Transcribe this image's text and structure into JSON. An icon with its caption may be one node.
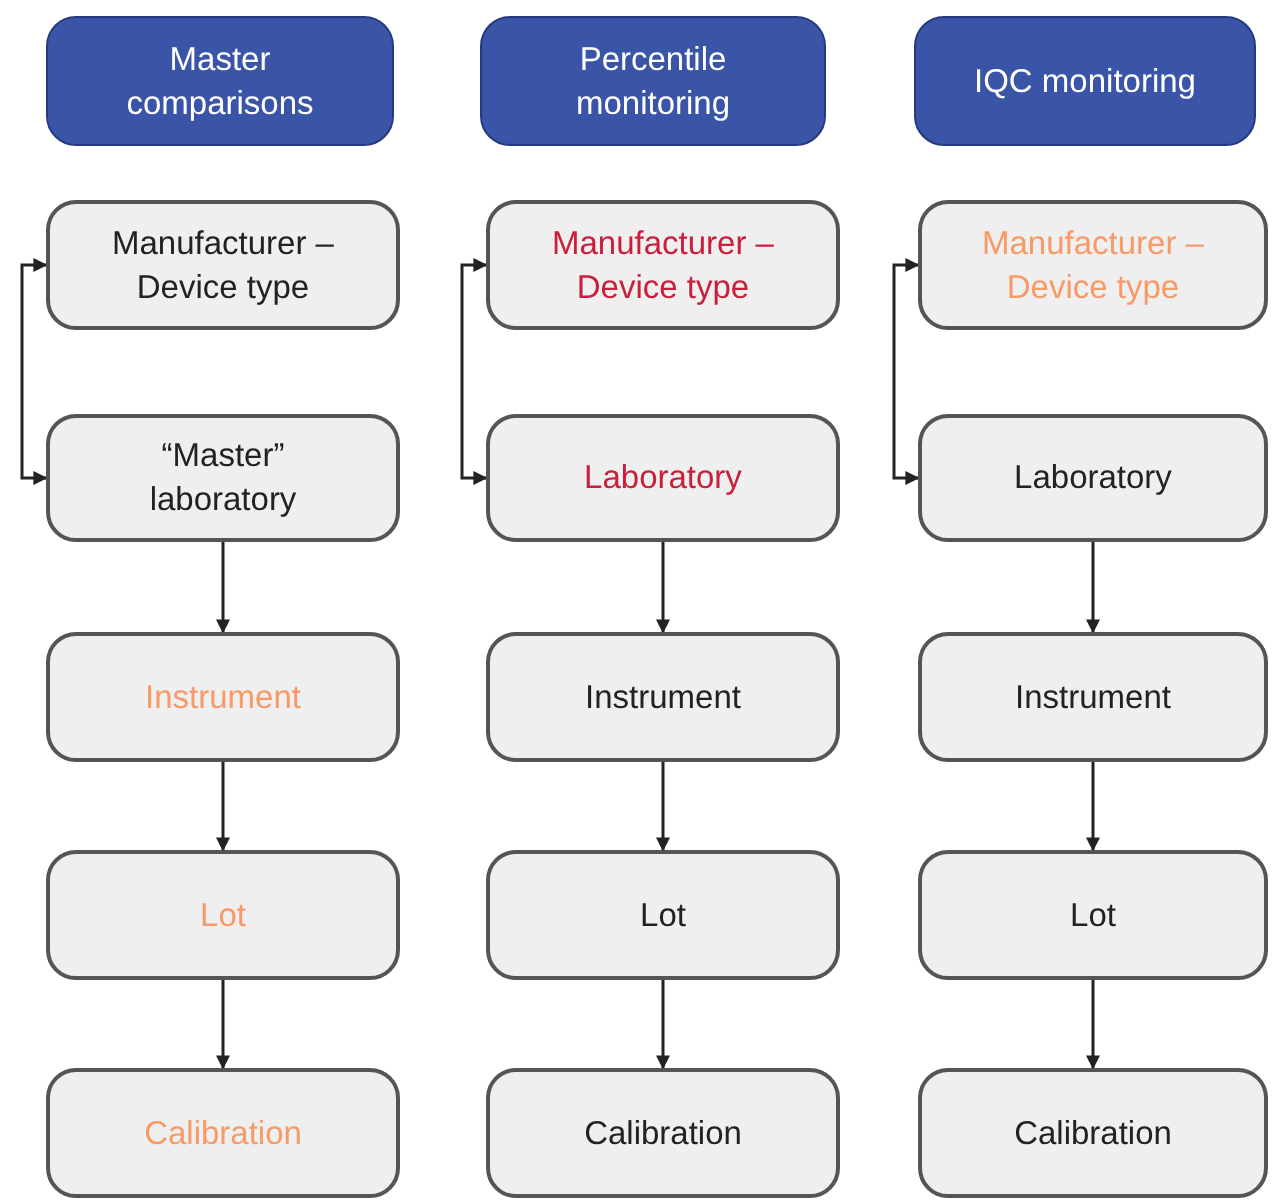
{
  "diagram": {
    "nodes": [
      {
        "text": [
          "Master comparisons"
        ]
      },
      {
        "text": [
          "Manufacturer – Device type"
        ]
      },
      {
        "text": [
          "“Master” laboratory"
        ]
      },
      {
        "text": [
          "Instrument"
        ]
      },
      {
        "text": [
          "Lot"
        ]
      },
      {
        "text": [
          "Calibration"
        ]
      },
      {
        "text": [
          "Percentile monitoring"
        ]
      },
      {
        "text": [
          "Manufacturer – Device type"
        ]
      },
      {
        "text": [
          "Laboratory"
        ]
      },
      {
        "text": [
          "Instrument"
        ]
      },
      {
        "text": [
          "Lot"
        ]
      },
      {
        "text": [
          "Calibration"
        ]
      },
      {
        "text": [
          "IQC monitoring"
        ]
      },
      {
        "text": [
          "Manufacturer – Device type"
        ]
      },
      {
        "text": [
          "Laboratory"
        ]
      },
      {
        "text": [
          "Instrument"
        ]
      },
      {
        "text": [
          "Lot"
        ]
      },
      {
        "text": [
          "Calibration"
        ]
      }
    ],
    "edges": [
      {
        "from": 1,
        "to": 2,
        "arrow": "both"
      },
      {
        "from": 2,
        "to": 3,
        "arrow": "to"
      },
      {
        "from": 3,
        "to": 4,
        "arrow": "to"
      },
      {
        "from": 4,
        "to": 5,
        "arrow": "to"
      },
      {
        "from": 7,
        "to": 8,
        "arrow": "both"
      },
      {
        "from": 8,
        "to": 9,
        "arrow": "to"
      },
      {
        "from": 9,
        "to": 10,
        "arrow": "to"
      },
      {
        "from": 10,
        "to": 11,
        "arrow": "to"
      },
      {
        "from": 13,
        "to": 14,
        "arrow": "both"
      },
      {
        "from": 14,
        "to": 15,
        "arrow": "to"
      },
      {
        "from": 15,
        "to": 16,
        "arrow": "to"
      },
      {
        "from": 16,
        "to": 17,
        "arrow": "to"
      }
    ]
  }
}
